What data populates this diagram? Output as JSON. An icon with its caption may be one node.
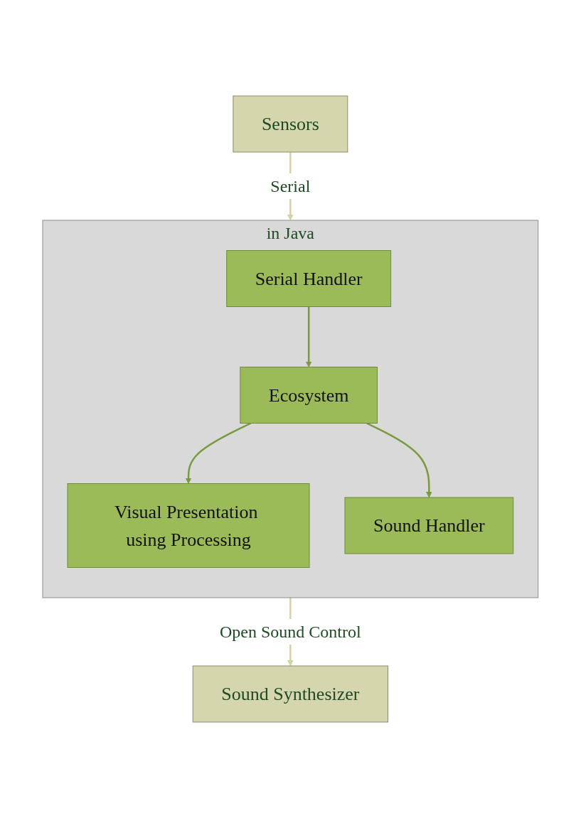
{
  "diagram": {
    "nodes": [
      {
        "text": [
          "Sensors"
        ]
      },
      {
        "text": [
          "in Java"
        ]
      },
      {
        "text": [
          "Serial Handler"
        ],
        "in": 1
      },
      {
        "text": [
          "Ecosystem"
        ],
        "in": 1
      },
      {
        "text": [
          "Visual Presentation using Processing"
        ],
        "in": 1
      },
      {
        "text": [
          "Sound Handler"
        ],
        "in": 1
      },
      {
        "text": [
          "Sound Synthesizer"
        ]
      }
    ],
    "edges": [
      {
        "from": 0,
        "to": 1,
        "arrow": "to",
        "label": "Serial",
        "color": "#d3d3a6"
      },
      {
        "from": 2,
        "to": 3,
        "arrow": "to"
      },
      {
        "from": 3,
        "to": 4,
        "arrow": "to"
      },
      {
        "from": 3,
        "to": 5,
        "arrow": "to"
      },
      {
        "from": 1,
        "to": 6,
        "arrow": "to",
        "label": "Open Sound Control",
        "color": "#d3d3a6"
      }
    ]
  }
}
